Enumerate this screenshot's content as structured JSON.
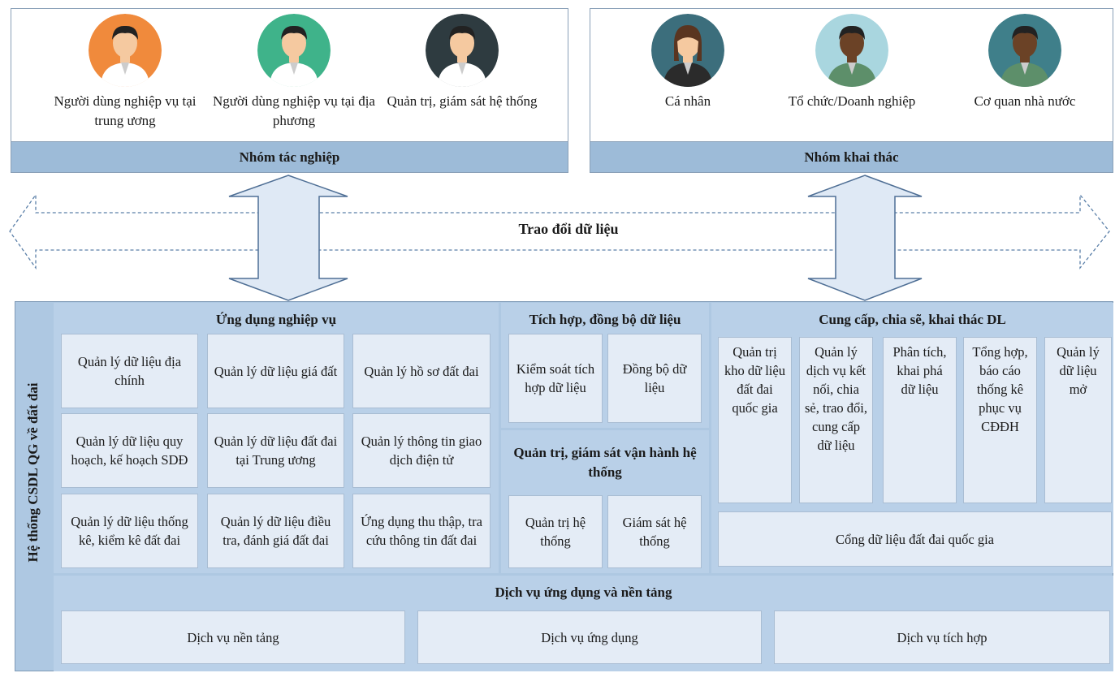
{
  "operations_group": {
    "title": "Nhóm tác nghiệp",
    "users": [
      {
        "label": "Người dùng nghiệp vụ tại trung ương",
        "icon": "central-user-icon",
        "color": "#f08a3c"
      },
      {
        "label": "Người dùng nghiệp vụ tại địa phương",
        "icon": "local-user-icon",
        "color": "#3fb38a"
      },
      {
        "label": "Quản trị, giám sát hệ thống",
        "icon": "admin-user-icon",
        "color": "#2e3b40"
      }
    ]
  },
  "exploit_group": {
    "title": "Nhóm khai thác",
    "users": [
      {
        "label": "Cá nhân",
        "icon": "individual-user-icon",
        "color": "#3c6e7c"
      },
      {
        "label": "Tổ chức/Doanh nghiệp",
        "icon": "organization-user-icon",
        "color": "#a9d6df"
      },
      {
        "label": "Cơ quan nhà nước",
        "icon": "agency-user-icon",
        "color": "#3f7f8a"
      }
    ]
  },
  "exchange": {
    "label": "Trao đổi dữ liệu"
  },
  "system": {
    "title": "Hệ thống CSDL QG về đất đai",
    "business_apps": {
      "title": "Ứng dụng nghiệp vụ",
      "items": [
        "Quản lý dữ liệu địa chính",
        "Quản lý dữ liệu giá đất",
        "Quản lý hồ sơ đất đai",
        "Quản lý dữ liệu quy hoạch, kế hoạch SDĐ",
        "Quản lý dữ liệu đất đai tại Trung ương",
        "Quản lý thông tin giao dịch điện tử",
        "Quản lý dữ liệu thống kê, kiểm kê đất đai",
        "Quản lý dữ liệu điều tra, đánh giá đất đai",
        "Ứng dụng thu thập, tra cứu thông tin đất đai"
      ]
    },
    "integration": {
      "title": "Tích hợp, đồng bộ dữ liệu",
      "items": [
        "Kiểm soát tích hợp dữ liệu",
        "Đồng bộ dữ liệu"
      ]
    },
    "administration": {
      "title": "Quản trị, giám sát vận hành hệ thống",
      "items": [
        "Quản trị hệ thống",
        "Giám sát hệ thống"
      ]
    },
    "sharing": {
      "title": "Cung cấp, chia sẽ, khai thác DL",
      "items": [
        "Quản trị kho dữ liệu đất đai quốc gia",
        "Quản lý dịch vụ kết nối, chia sẻ, trao đổi, cung cấp dữ liệu",
        "Phân tích, khai phá dữ liệu",
        "Tổng hợp, báo cáo thống kê phục vụ CĐĐH",
        "Quản lý dữ liệu mở"
      ],
      "portal": "Cổng dữ liệu đất đai quốc gia"
    },
    "services": {
      "title": "Dịch vụ ứng dụng và nền tảng",
      "items": [
        "Dịch vụ nền tảng",
        "Dịch vụ ứng dụng",
        "Dịch vụ tích hợp"
      ]
    }
  }
}
